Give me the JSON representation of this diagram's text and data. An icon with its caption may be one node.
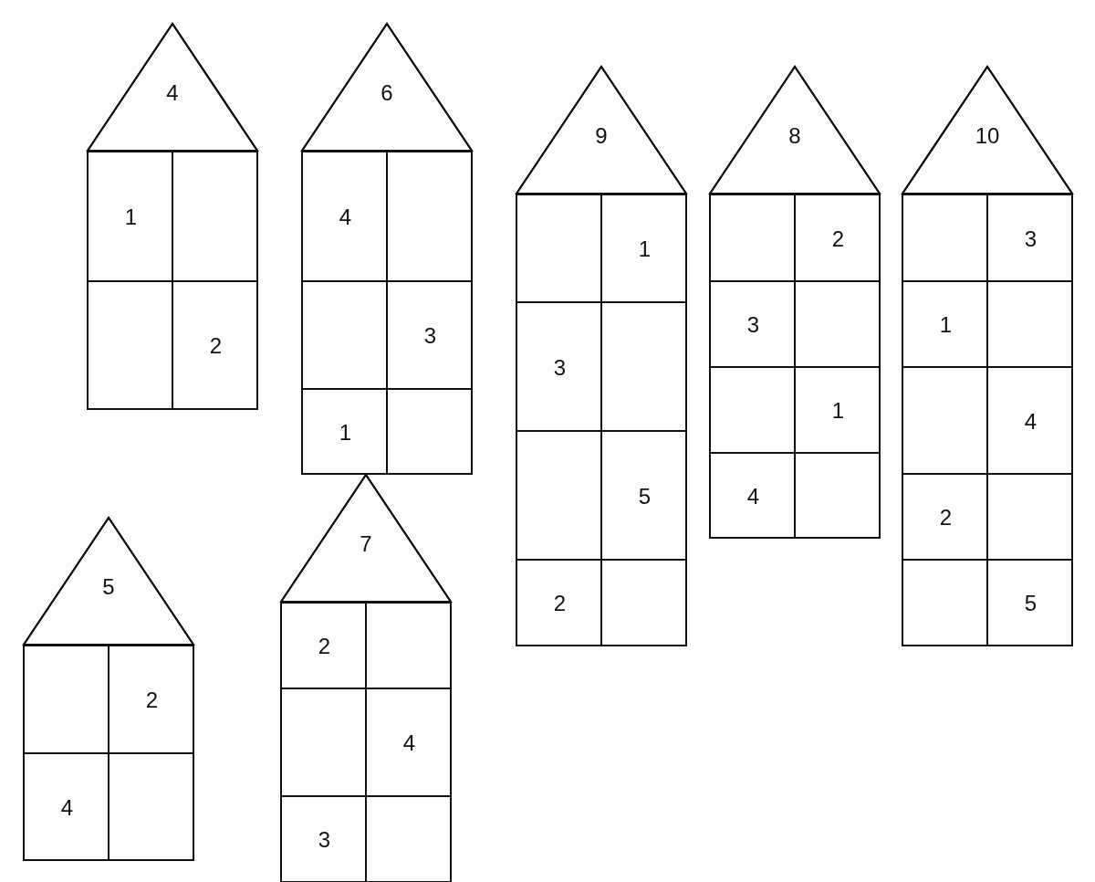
{
  "diagram": {
    "nodes": [
      {
        "text": [],
        "shape": "house"
      },
      {
        "text": [
          "4"
        ],
        "in": 0
      },
      {
        "text": [
          "1"
        ],
        "in": 0
      },
      {
        "text": [],
        "shape": "box",
        "in": 0
      },
      {
        "text": [],
        "shape": "box",
        "in": 0
      },
      {
        "text": [
          "2"
        ],
        "in": 0
      },
      {
        "text": [],
        "shape": "house"
      },
      {
        "text": [
          "6"
        ],
        "in": 6
      },
      {
        "text": [
          "4"
        ],
        "in": 6
      },
      {
        "text": [],
        "shape": "box",
        "in": 6
      },
      {
        "text": [],
        "shape": "box",
        "in": 6
      },
      {
        "text": [
          "3"
        ],
        "in": 6
      },
      {
        "text": [
          "1"
        ],
        "in": 6
      },
      {
        "text": [],
        "shape": "box",
        "in": 6
      },
      {
        "text": [],
        "shape": "house"
      },
      {
        "text": [
          "9"
        ],
        "in": 14
      },
      {
        "text": [],
        "shape": "box",
        "in": 14
      },
      {
        "text": [
          "1"
        ],
        "in": 14
      },
      {
        "text": [
          "3"
        ],
        "in": 14
      },
      {
        "text": [],
        "shape": "box",
        "in": 14
      },
      {
        "text": [],
        "shape": "box",
        "in": 14
      },
      {
        "text": [
          "5"
        ],
        "in": 14
      },
      {
        "text": [
          "2"
        ],
        "in": 14
      },
      {
        "text": [],
        "shape": "box",
        "in": 14
      },
      {
        "text": [],
        "shape": "house"
      },
      {
        "text": [
          "8"
        ],
        "in": 24
      },
      {
        "text": [],
        "shape": "box",
        "in": 24
      },
      {
        "text": [
          "2"
        ],
        "in": 24
      },
      {
        "text": [
          "3"
        ],
        "in": 24
      },
      {
        "text": [],
        "shape": "box",
        "in": 24
      },
      {
        "text": [],
        "shape": "box",
        "in": 24
      },
      {
        "text": [
          "1"
        ],
        "in": 24
      },
      {
        "text": [
          "4"
        ],
        "in": 24
      },
      {
        "text": [],
        "shape": "box",
        "in": 24
      },
      {
        "text": [],
        "shape": "house"
      },
      {
        "text": [
          "10"
        ],
        "in": 34
      },
      {
        "text": [],
        "shape": "box",
        "in": 34
      },
      {
        "text": [
          "3"
        ],
        "in": 34
      },
      {
        "text": [
          "1"
        ],
        "in": 34
      },
      {
        "text": [],
        "shape": "box",
        "in": 34
      },
      {
        "text": [],
        "shape": "box",
        "in": 34
      },
      {
        "text": [
          "4"
        ],
        "in": 34
      },
      {
        "text": [
          "2"
        ],
        "in": 34
      },
      {
        "text": [],
        "shape": "box",
        "in": 34
      },
      {
        "text": [],
        "shape": "box",
        "in": 34
      },
      {
        "text": [
          "5"
        ],
        "in": 34
      },
      {
        "text": [],
        "shape": "house"
      },
      {
        "text": [
          "5"
        ],
        "in": 46
      },
      {
        "text": [],
        "shape": "box",
        "in": 46
      },
      {
        "text": [
          "2"
        ],
        "in": 46
      },
      {
        "text": [
          "4"
        ],
        "in": 46
      },
      {
        "text": [],
        "shape": "box",
        "in": 46
      },
      {
        "text": [],
        "shape": "house"
      },
      {
        "text": [
          "7"
        ],
        "in": 52
      },
      {
        "text": [
          "2"
        ],
        "in": 52
      },
      {
        "text": [],
        "shape": "box",
        "in": 52
      },
      {
        "text": [],
        "shape": "box",
        "in": 52
      },
      {
        "text": [
          "4"
        ],
        "in": 52
      },
      {
        "text": [
          "3"
        ],
        "in": 52
      },
      {
        "text": [],
        "shape": "box",
        "in": 52
      }
    ],
    "edges": []
  }
}
